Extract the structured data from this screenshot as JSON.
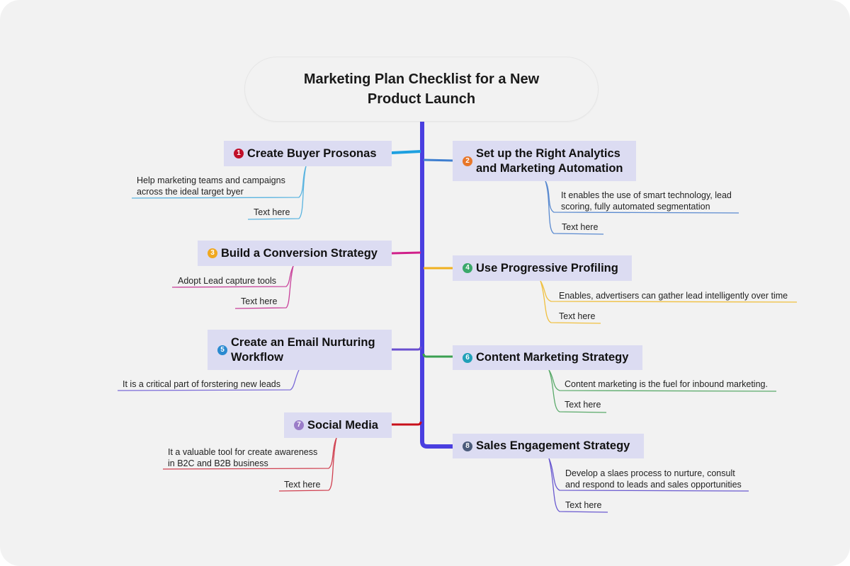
{
  "root": {
    "title": "Marketing Plan Checklist for a New Product Launch"
  },
  "colors": {
    "trunk": "#4a3fe0",
    "topic_bg": "#dcdcf2",
    "canvas_bg": "#f2f2f2"
  },
  "topics": [
    {
      "number": "1",
      "label": "Create Buyer Prosonas",
      "color": "#c0102a",
      "branch_color": "#1ea0e0",
      "notes": [
        "Help marketing teams and campaigns\nacross the ideal target byer",
        "Text here"
      ]
    },
    {
      "number": "2",
      "label": "Set up the Right Analytics\nand Marketing Automation",
      "color": "#e8772a",
      "branch_color": "#3f7fd0",
      "notes": [
        "It enables the use of smart technology, lead\n scoring, fully automated segmentation",
        "Text here"
      ]
    },
    {
      "number": "3",
      "label": "Build a Conversion Strategy",
      "color": "#f0a820",
      "branch_color": "#d0208a",
      "notes": [
        "Adopt Lead capture tools",
        "Text here"
      ]
    },
    {
      "number": "4",
      "label": "Use Progressive Profiling",
      "color": "#3aa86a",
      "branch_color": "#f0b020",
      "notes": [
        "Enables, advertisers can gather lead intelligently over time",
        "Text here"
      ]
    },
    {
      "number": "5",
      "label": "Create an Email Nurturing\nWorkflow",
      "color": "#2a8ad0",
      "branch_color": "#6a4fd0",
      "notes": [
        "It is a critical part of forstering new leads"
      ]
    },
    {
      "number": "6",
      "label": "Content Marketing Strategy",
      "color": "#20a0b8",
      "branch_color": "#3aa050",
      "notes": [
        "Content marketing is the fuel for inbound marketing.",
        "Text here"
      ]
    },
    {
      "number": "7",
      "label": "Social Media",
      "color": "#9a7cc8",
      "branch_color": "#c8101a",
      "notes": [
        "It a valuable tool for create awareness\nin B2C and B2B business",
        "Text here"
      ]
    },
    {
      "number": "8",
      "label": "Sales Engagement Strategy",
      "color": "#4a5a7a",
      "branch_color": "#4a3fe0",
      "notes": [
        "Develop a slaes process to nurture, consult\nand respond to leads and sales opportunities",
        "Text here"
      ]
    }
  ]
}
